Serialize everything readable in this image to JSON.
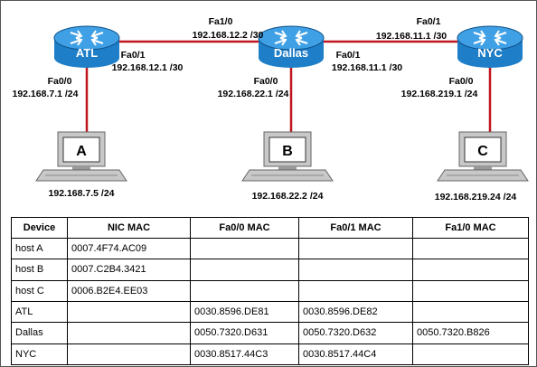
{
  "routers": [
    {
      "id": "atl",
      "name": "ATL"
    },
    {
      "id": "dallas",
      "name": "Dallas"
    },
    {
      "id": "nyc",
      "name": "NYC"
    }
  ],
  "hosts": [
    {
      "id": "a",
      "letter": "A",
      "ip": "192.168.7.5 /24"
    },
    {
      "id": "b",
      "letter": "B",
      "ip": "192.168.22.2 /24"
    },
    {
      "id": "c",
      "letter": "C",
      "ip": "192.168.219.24 /24"
    }
  ],
  "interfaces": {
    "atl_fa00": {
      "name": "Fa0/0",
      "ip": "192.168.7.1 /24"
    },
    "atl_fa01": {
      "name": "Fa0/1",
      "ip": "192.168.12.1 /30"
    },
    "dallas_fa10": {
      "name": "Fa1/0",
      "ip": "192.168.12.2 /30"
    },
    "dallas_fa00": {
      "name": "Fa0/0",
      "ip": "192.168.22.1 /24"
    },
    "dallas_fa01": {
      "name": "Fa0/1",
      "ip": "192.168.11.1 /30"
    },
    "nyc_fa01": {
      "name": "Fa0/1",
      "ip": "192.168.11.1 /30"
    },
    "nyc_fa00": {
      "name": "Fa0/0",
      "ip": "192.168.219.1 /24"
    }
  },
  "colors": {
    "link": "#c0141e",
    "router_body": "#1e7fc8",
    "router_top": "#3fa0e6",
    "pc_body": "#c8c8c8"
  },
  "table": {
    "headers": [
      "Device",
      "NIC MAC",
      "Fa0/0 MAC",
      "Fa0/1 MAC",
      "Fa1/0 MAC"
    ],
    "rows": [
      [
        "host A",
        "0007.4F74.AC09",
        "",
        "",
        ""
      ],
      [
        "host B",
        "0007.C2B4.3421",
        "",
        "",
        ""
      ],
      [
        "host C",
        "0006.B2E4.EE03",
        "",
        "",
        ""
      ],
      [
        "ATL",
        "",
        "0030.8596.DE81",
        "0030.8596.DE82",
        ""
      ],
      [
        "Dallas",
        "",
        "0050.7320.D631",
        "0050.7320.D632",
        "0050.7320.B826"
      ],
      [
        "NYC",
        "",
        "0030.8517.44C3",
        "0030.8517.44C4",
        ""
      ]
    ]
  }
}
